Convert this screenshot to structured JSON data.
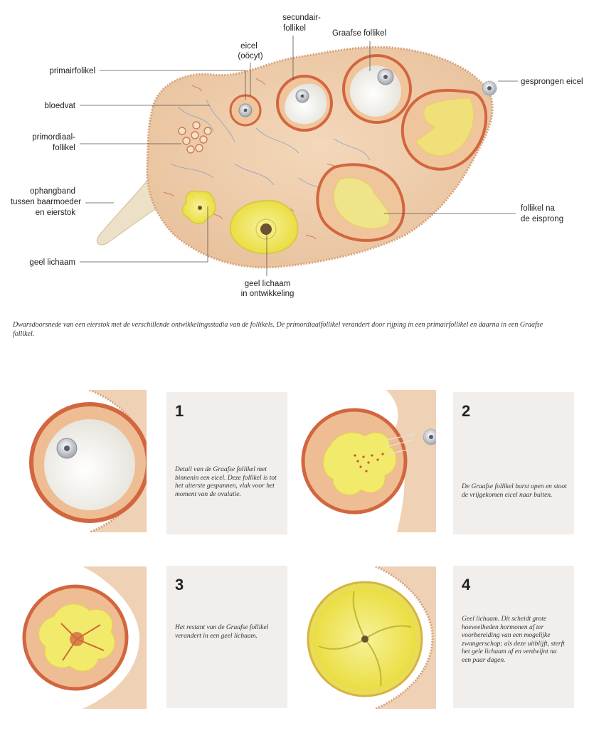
{
  "labels": {
    "primairfolikel": "primairfolikel",
    "bloedvat": "bloedvat",
    "primordiaal_1": "primordiaal-",
    "primordiaal_2": "follikel",
    "ophang_1": "ophangband",
    "ophang_2": "tussen baarmoeder",
    "ophang_3": "en eierstok",
    "geel_lichaam": "geel lichaam",
    "eicel_1": "eicel",
    "eicel_2": "(oöcyt)",
    "secundair_1": "secundair-",
    "secundair_2": "follikel",
    "graafse": "Graafse follikel",
    "gesprongen": "gesprongen eicel",
    "follikel_na_1": "follikel na",
    "follikel_na_2": "de eisprong",
    "geel_ontw_1": "geel lichaam",
    "geel_ontw_2": "in ontwikkeling"
  },
  "caption": "Dwarsdoorsnede van een eierstok met de verschillende ontwikkelingsstadia van de follikels. De primordiaalfollikel verandert door rijping in een primairfollikel en daarna in een Graafse follikel.",
  "panels": [
    {
      "number": "1",
      "text": "Detail van de Graafse follikel met binnenin een eicel. Deze follikel is tot het uiterste gespannen, vlak voor het moment van de ovulatie."
    },
    {
      "number": "2",
      "text": "De Graafse follikel barst open en stoot de vrijgekomen eicel naar buiten."
    },
    {
      "number": "3",
      "text": "Het restant van de Graafse follikel verandert in een geel lichaam."
    },
    {
      "number": "4",
      "text": "Geel lichaam. Dit scheidt grote hoeveelheden hormonen af ter voorbereiding van een mogelijke zwangerschap; als deze uitblijft, sterft het gele lichaam af en verdwijnt na een paar dagen."
    }
  ],
  "colors": {
    "tissue": "#efcfae",
    "follicle_rim": "#d9724a",
    "corpus_yellow": "#f2ea5a",
    "antrum": "#f4f1ea"
  }
}
